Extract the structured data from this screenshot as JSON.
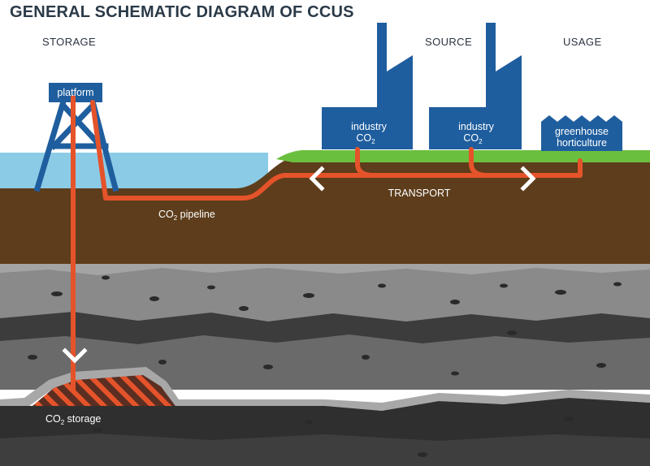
{
  "title": "GENERAL SCHEMATIC DIAGRAM OF CCUS",
  "sections": {
    "storage": "STORAGE",
    "source": "SOURCE",
    "usage": "USAGE"
  },
  "platform_label": "platform",
  "factories": [
    {
      "line1": "industry",
      "line2": "CO",
      "sub": "2"
    },
    {
      "line1": "industry",
      "line2": "CO",
      "sub": "2"
    }
  ],
  "greenhouse": {
    "line1": "greenhouse",
    "line2": "horticulture"
  },
  "transport_label": "TRANSPORT",
  "pipeline_label": {
    "main": "CO",
    "sub": "2",
    "rest": " pipeline"
  },
  "storage_label": {
    "main": "CO",
    "sub": "2",
    "rest": " storage"
  },
  "colors": {
    "title": "#2b3a48",
    "sea": "#8ccbe6",
    "grass": "#6bbf3f",
    "soil": "#5d3d1b",
    "rock_light": "#8a8a8a",
    "rock_dark": "#3a3a3a",
    "structure_blue": "#1f5e9e",
    "pipe_orange": "#e5532a"
  }
}
